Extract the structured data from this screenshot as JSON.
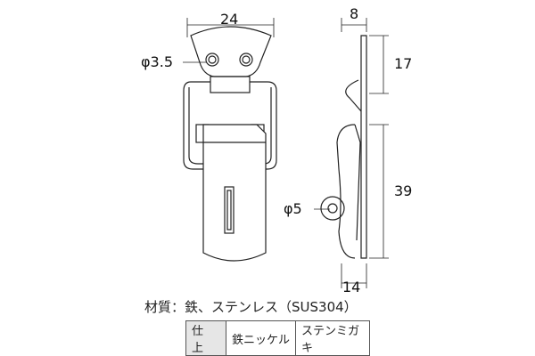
{
  "dimensions": {
    "width_top": "24",
    "hole_dia": "φ3.5",
    "depth_top": "8",
    "height_upper": "17",
    "height_lower": "39",
    "pin_dia": "φ5",
    "depth_bottom": "14"
  },
  "material": "材質：鉄、ステンレス（SUS304）",
  "finish_table": {
    "header": "仕 上",
    "iron": "鉄ニッケル",
    "stainless": "ステンミガキ"
  }
}
